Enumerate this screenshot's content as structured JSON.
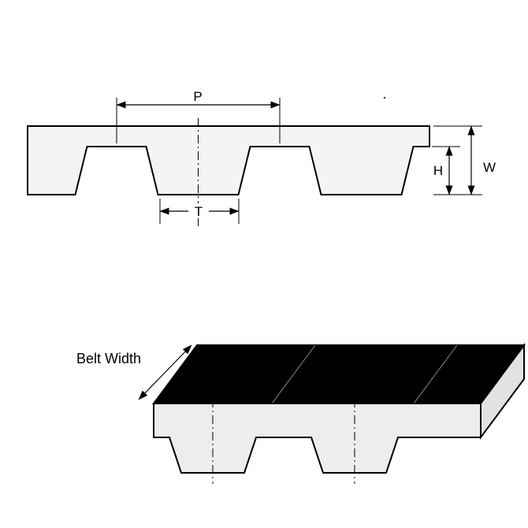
{
  "diagram": {
    "labels": {
      "pitch": "P",
      "tooth_width": "T",
      "tooth_height": "H",
      "belt_thickness": "W",
      "belt_width": "Belt Width"
    },
    "colors": {
      "line": "#000000",
      "cross_section_fill": "#f4f4f4",
      "top_face_fill": "#000000",
      "front_face_fill": "#ededed",
      "end_face_fill": "#e2e2e2",
      "background": "#ffffff"
    }
  }
}
